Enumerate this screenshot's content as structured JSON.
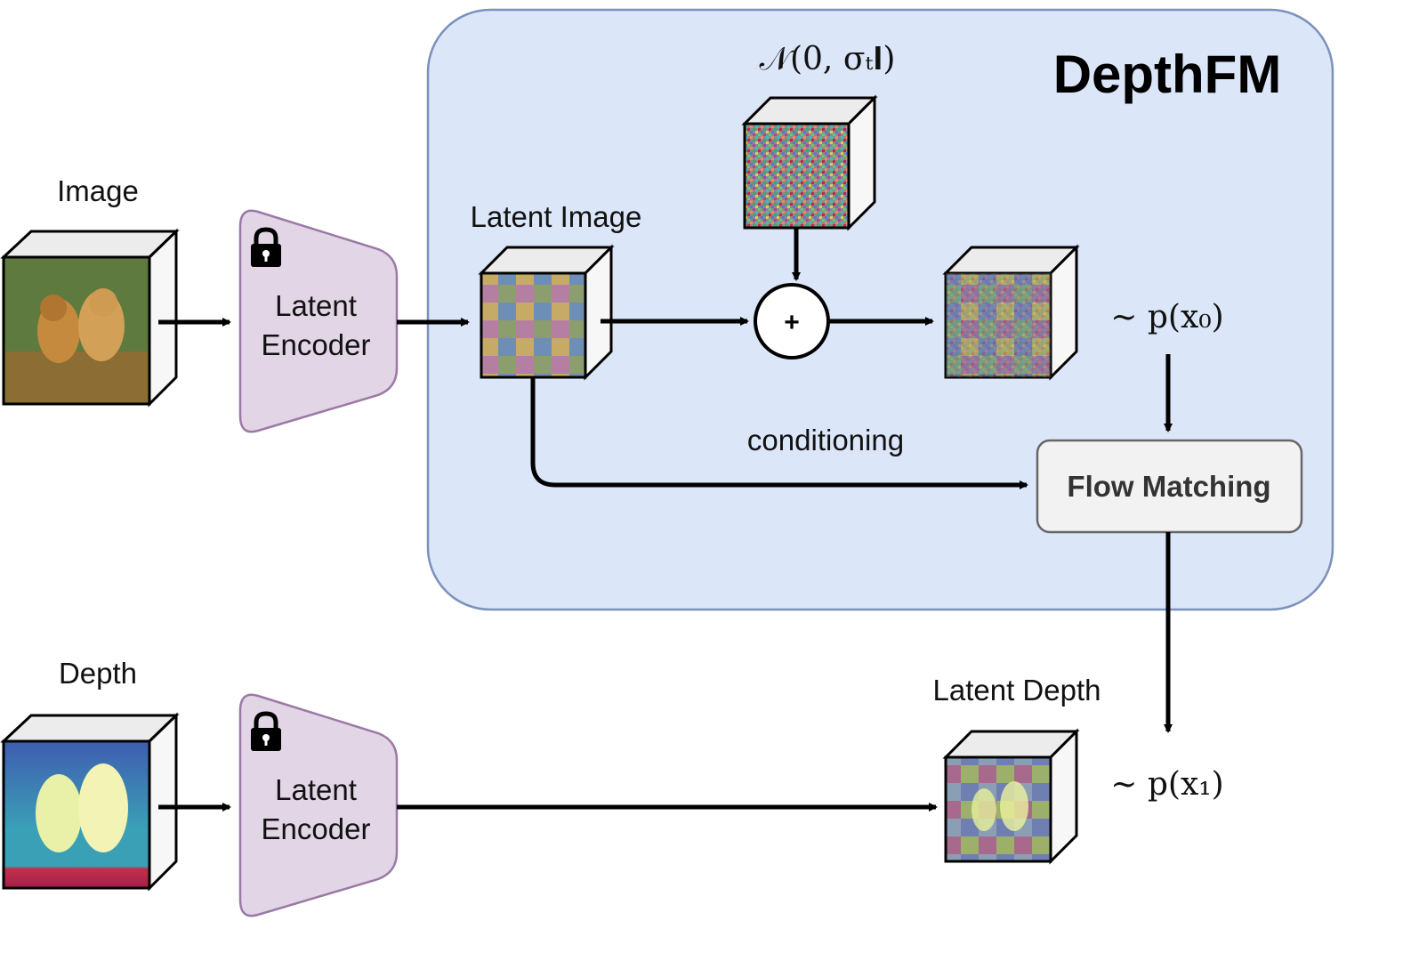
{
  "title": "DepthFM",
  "labels": {
    "image": "Image",
    "depth": "Depth",
    "latent_image": "Latent Image",
    "latent_depth": "Latent Depth",
    "conditioning": "conditioning",
    "flow_matching": "Flow Matching",
    "plus": "+"
  },
  "encoders": [
    {
      "line1": "Latent",
      "line2": "Encoder"
    },
    {
      "line1": "Latent",
      "line2": "Encoder"
    }
  ],
  "math": {
    "noise": "𝒩(0, σₜ𝐈)",
    "p_x0": "~ p(x₀)",
    "p_x1": "~ p(x₁)"
  },
  "colors": {
    "panel_fill": "#dbe6f8",
    "panel_stroke": "#7b91bb",
    "encoder_fill": "#e2d5e6",
    "encoder_stroke": "#9b79a6",
    "flow_fill": "#f2f2f2",
    "flow_stroke": "#666666"
  },
  "icons": [
    "lock-icon",
    "plus-icon"
  ]
}
